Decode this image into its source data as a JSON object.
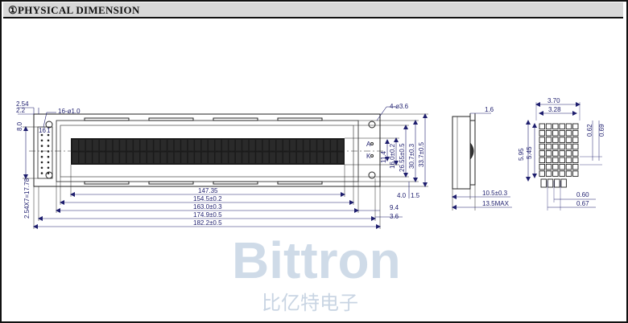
{
  "header": {
    "title": "①PHYSICAL DIMENSION"
  },
  "front_view": {
    "pin_pitch_top": "2.54",
    "pin_offset": "2.2",
    "pin_holes": "16-ø1.0",
    "pin_one": "1",
    "pin_sixteen": "16",
    "left_edge": "8.0",
    "pin_span": "2.54X7=17.78",
    "mount_holes": "4-ø3.6",
    "anode": "A",
    "cathode": "K",
    "w_viewing": "147.35",
    "w_window": "154.5±0.2",
    "w_bezel": "163.0±0.3",
    "w_pcb_inner": "174.9±0.5",
    "w_pcb": "182.2±0.5",
    "h_char": "11.4",
    "h_viewing": "16.0±0.2",
    "h_window": "26.55±0.5",
    "h_bezel": "30.7±0.3",
    "h_pcb": "33.7±0.5",
    "off_9_4": "9.4",
    "off_3_6": "3.6",
    "off_4_0": "4.0",
    "off_1_5": "1.5"
  },
  "side_view": {
    "pin_len": "1.6",
    "thickness": "10.5±0.3",
    "max_thickness": "13.5MAX"
  },
  "dot_view": {
    "char_w": "3.70",
    "dots_w": "3.28",
    "char_h": "5.95",
    "dots_h": "5.45",
    "pitch_v": "0.62",
    "dot_h": "0.69",
    "dot_w": "0.60",
    "pitch_h": "0.67"
  },
  "watermark": {
    "brand": "Bittron",
    "brand_cn": "比亿特电子"
  }
}
